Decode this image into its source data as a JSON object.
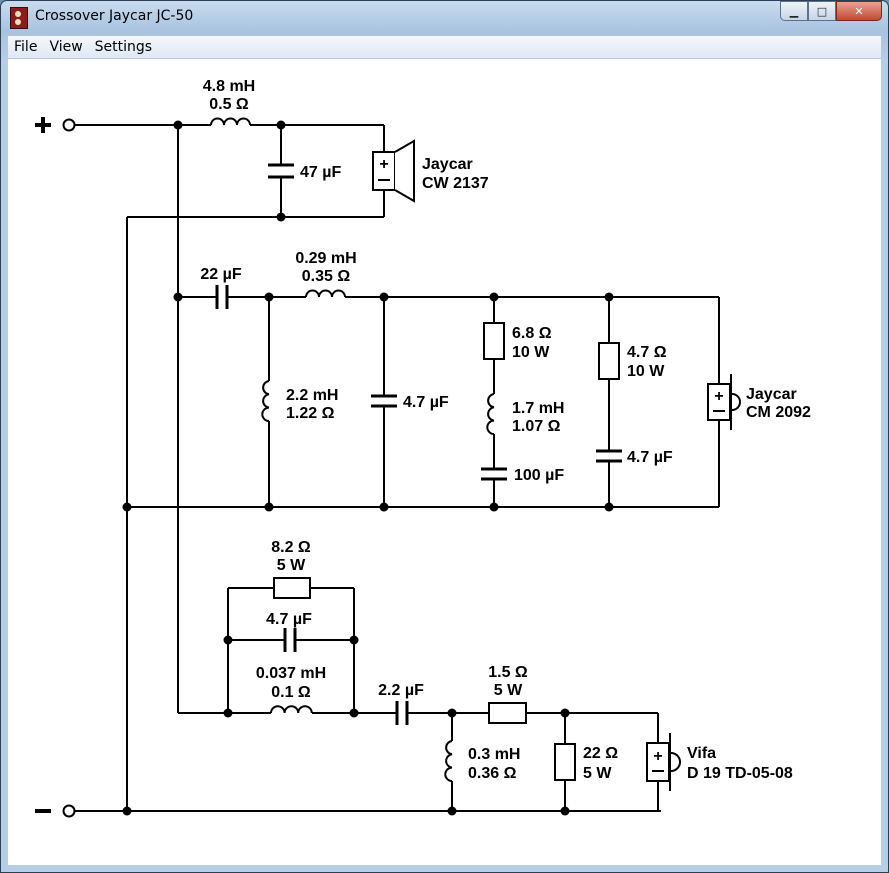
{
  "window": {
    "title": "Crossover Jaycar JC-50"
  },
  "menu": [
    "File",
    "View",
    "Settings"
  ],
  "terminals": {
    "positive": "+",
    "negative": "−"
  },
  "tweeter": {
    "inductor": [
      "4.8 mH",
      "0.5 Ω"
    ],
    "capacitor": "47 µF",
    "driver": [
      "Jaycar",
      "CW 2137"
    ]
  },
  "midrange": {
    "series_cap": "22 µF",
    "series_ind": [
      "0.29 mH",
      "0.35 Ω"
    ],
    "shunt_ind": [
      "2.2 mH",
      "1.22 Ω"
    ],
    "shunt_cap": "4.7 µF",
    "notch_res": [
      "6.8 Ω",
      "10 W"
    ],
    "notch_ind": [
      "1.7 mH",
      "1.07 Ω"
    ],
    "notch_cap": "100 µF",
    "zobel_res": [
      "4.7 Ω",
      "10 W"
    ],
    "zobel_cap": "4.7 µF",
    "driver": [
      "Jaycar",
      "CM 2092"
    ]
  },
  "woofer": {
    "par_res": [
      "8.2 Ω",
      "5 W"
    ],
    "par_cap": "4.7 µF",
    "par_ind": [
      "0.037 mH",
      "0.1 Ω"
    ],
    "series_cap": "2.2 µF",
    "series_res": [
      "1.5 Ω",
      "5 W"
    ],
    "shunt_ind": [
      "0.3 mH",
      "0.36 Ω"
    ],
    "shunt_res": [
      "22 Ω",
      "5 W"
    ],
    "driver": [
      "Vifa",
      "D 19 TD-05-08"
    ]
  }
}
